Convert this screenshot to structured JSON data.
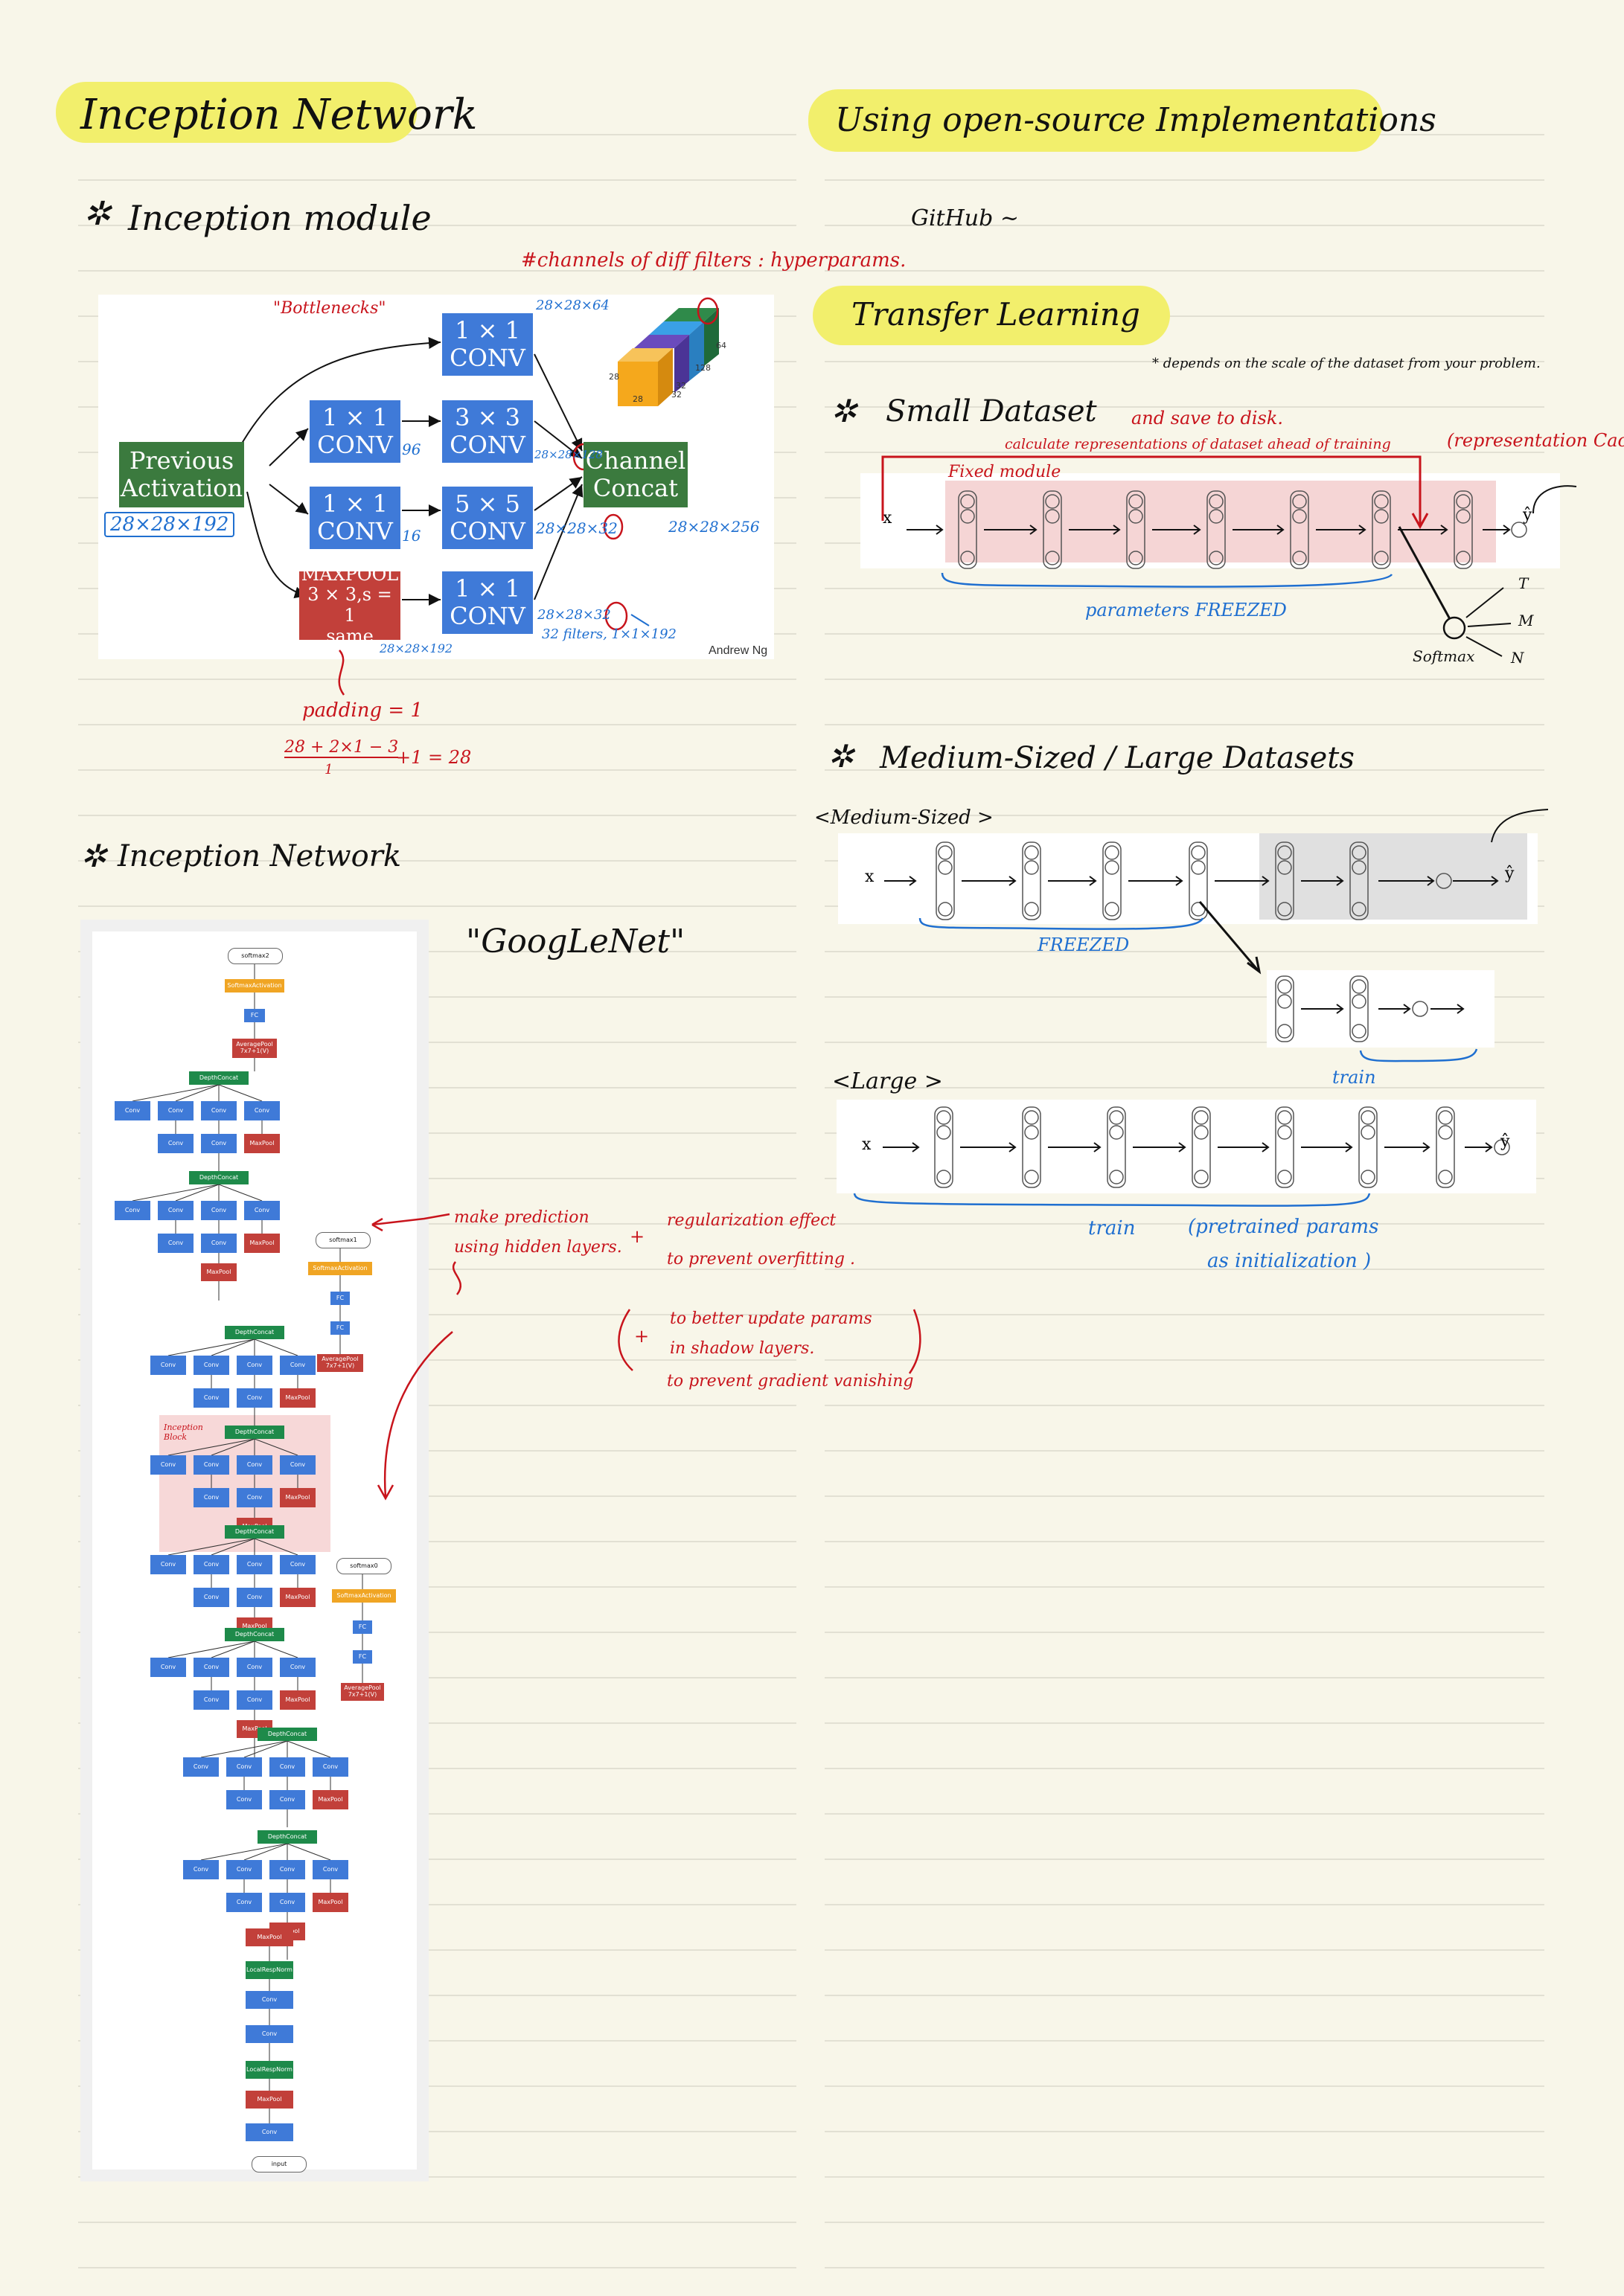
{
  "left": {
    "title": "Inception Network",
    "section1": {
      "heading": "Inception module",
      "note_channels": "#channels of diff filters : hyperparams.",
      "bottlenecks": "\"Bottlenecks\"",
      "blocks": {
        "prev": "Previous Activation",
        "conv1a": "1 × 1 CONV",
        "conv1b": "1 × 1 CONV",
        "conv1c": "1 × 1 CONV",
        "conv1d": "1 × 1 CONV",
        "conv3": "3 × 3 CONV",
        "conv5": "5 × 5 CONV",
        "maxpool": "MAXPOOL",
        "maxpool_param": "3 × 3,s = 1",
        "same": "same",
        "concat": "Channel Concat"
      },
      "annotations": {
        "a28x28x64": "28×28×64",
        "a28x28x128": "28×28×128",
        "a28x28x32": "28×28×32",
        "a28x28x32b": "28×28×32",
        "a28x28x192": "28×28×192",
        "a28x28x192b": "28×28×192",
        "a96": "96",
        "a16": "16",
        "a256": "28×28×256",
        "filters": "32 filters, 1×1×192",
        "credit": "Andrew Ng",
        "cube_64": "64",
        "cube_128": "128",
        "cube_32a": "32",
        "cube_32b": "32",
        "cube_28a": "28",
        "cube_28b": "28"
      },
      "padding": "padding = 1",
      "formula_num": "28 + 2×1 − 3",
      "formula_den": "1",
      "formula_rest": "+1 = 28"
    },
    "section2": {
      "heading": "Inception Network",
      "googlenet": "\"GoogLeNet\"",
      "side1": "make prediction",
      "side2": "using hidden layers.",
      "plus1": "+",
      "reg1": "regularization effect",
      "reg2": "to prevent overfitting .",
      "plus2": "+",
      "upd1": "to better update params",
      "upd2": "in shadow layers.",
      "upd3": "to prevent gradient vanishing",
      "block_label": "Inception Block",
      "softmax0": "softmax0",
      "softmax1": "softmax1",
      "softmax2": "softmax2"
    }
  },
  "right": {
    "title": "Using open-source Implementations",
    "github": "GitHub ~",
    "transfer": "Transfer Learning",
    "depends": "* depends on the scale of the dataset from your problem.",
    "small": {
      "heading": "Small Dataset",
      "save": "and save to disk.",
      "calc": "calculate representations of dataset ahead of training",
      "cache": "(representation Cache)",
      "fixed": "Fixed module",
      "frozen_note": "parameters FREEZED",
      "softmax": "Softmax",
      "t": "T",
      "m": "M",
      "n": "N",
      "x": "x",
      "yhat": "ŷ"
    },
    "medium": {
      "heading": "Medium-Sized / Large Datasets",
      "medium_label": "<Medium-Sized >",
      "freezed": "FREEZED",
      "train": "train",
      "x": "x",
      "yhat": "ŷ"
    },
    "large": {
      "label": "<Large >",
      "train": "train",
      "pretrained1": "(pretrained params",
      "pretrained2": "as initialization )",
      "x": "x",
      "yhat": "ŷ"
    }
  },
  "googlenet_nodes": {
    "softmax_act": "SoftmaxActivation",
    "fc": "FC",
    "avgpool": "AveragePool 7x7+1(V)",
    "depthconcat": "DepthConcat",
    "conv": "Conv",
    "maxpool": "MaxPool",
    "lrn": "LocalRespNorm",
    "input": "input"
  },
  "colors": {
    "highlight": "#f2ef6c",
    "red_ink": "#c8141c",
    "blue_ink": "#1f6fd0",
    "conv_blue": "#3f7ad8",
    "conv_green": "#3b7a3e",
    "maxpool_red": "#c2403a",
    "concat_green": "#1e8a4a",
    "softmax_orange": "#f0a524"
  }
}
